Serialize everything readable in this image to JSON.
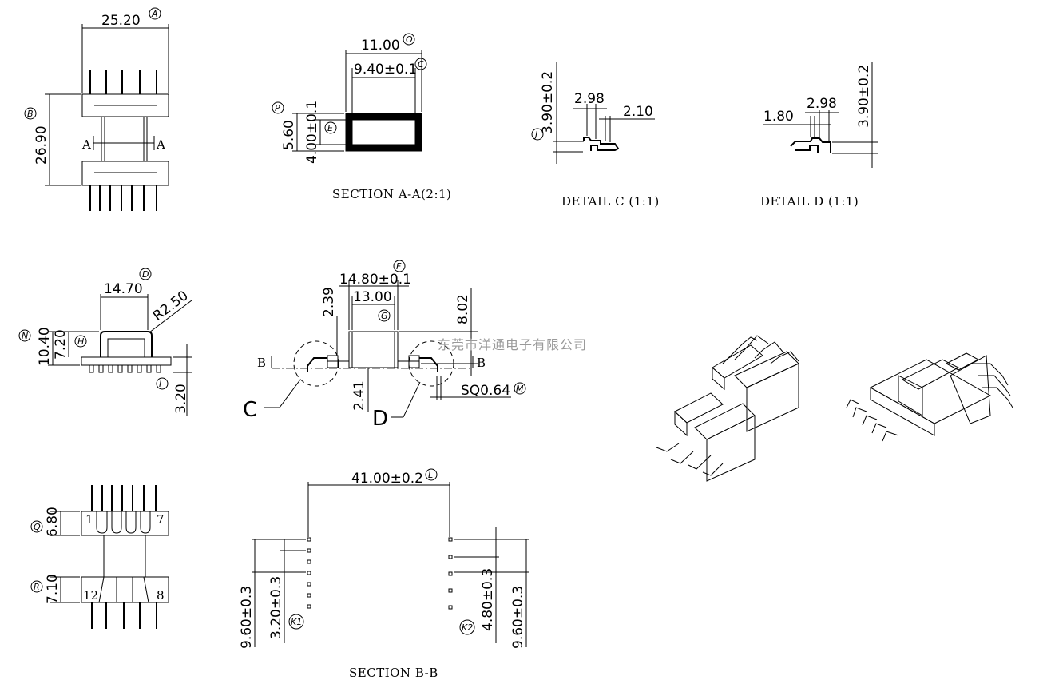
{
  "drawing": {
    "watermark": "东莞市洋通电子有限公司",
    "section_aa": "SECTION A-A(2:1)",
    "detail_c": "DETAIL C (1:1)",
    "detail_d": "DETAIL D (1:1)",
    "section_bb": "SECTION B-B",
    "top_view": {
      "width": "25.20",
      "width_tag": "A",
      "height": "26.90",
      "height_tag": "B",
      "cut_label_left": "A",
      "cut_label_right": "A"
    },
    "section_aa_dims": {
      "outer_w": "11.00",
      "outer_w_tag": "O",
      "inner_w": "9.40±0.1",
      "inner_w_tag": "C",
      "outer_h": "5.60",
      "outer_h_tag": "P",
      "inner_h": "4.00±0.1",
      "inner_h_tag": "E"
    },
    "detail_c_dims": {
      "height": "3.90±0.2",
      "height_tag": "J",
      "gap": "2.98",
      "pin": "2.10"
    },
    "detail_d_dims": {
      "left": "1.80",
      "gap": "2.98",
      "height": "3.90±0.2"
    },
    "side_view": {
      "width": "14.70",
      "width_tag": "D",
      "radius": "R2.50",
      "total_h": "10.40",
      "total_h_tag": "N",
      "body_h": "7.20",
      "body_h_tag": "H",
      "pin_h": "3.20",
      "pin_h_tag": "I"
    },
    "front_view": {
      "width": "14.80±0.1",
      "width_tag": "F",
      "inner": "13.00",
      "inner_tag": "G",
      "top": "2.39",
      "right": "8.02",
      "bottom": "2.41",
      "square": "SQ0.64",
      "square_tag": "M",
      "cut_label_left": "B",
      "cut_label_right": "B",
      "detail_c_label": "C",
      "detail_d_label": "D"
    },
    "bottom_view": {
      "top_h": "6.80",
      "top_h_tag": "Q",
      "bottom_h": "7.10",
      "bottom_h_tag": "R",
      "pin_1": "1",
      "pin_7": "7",
      "pin_12": "12",
      "pin_8": "8"
    },
    "section_bb_dims": {
      "span": "41.00±0.2",
      "span_tag": "L",
      "left_outer": "9.60±0.3",
      "left_inner": "3.20±0.3",
      "left_tag": "K1",
      "right_inner": "4.80±0.3",
      "right_outer": "9.60±0.3",
      "right_tag": "K2"
    }
  }
}
